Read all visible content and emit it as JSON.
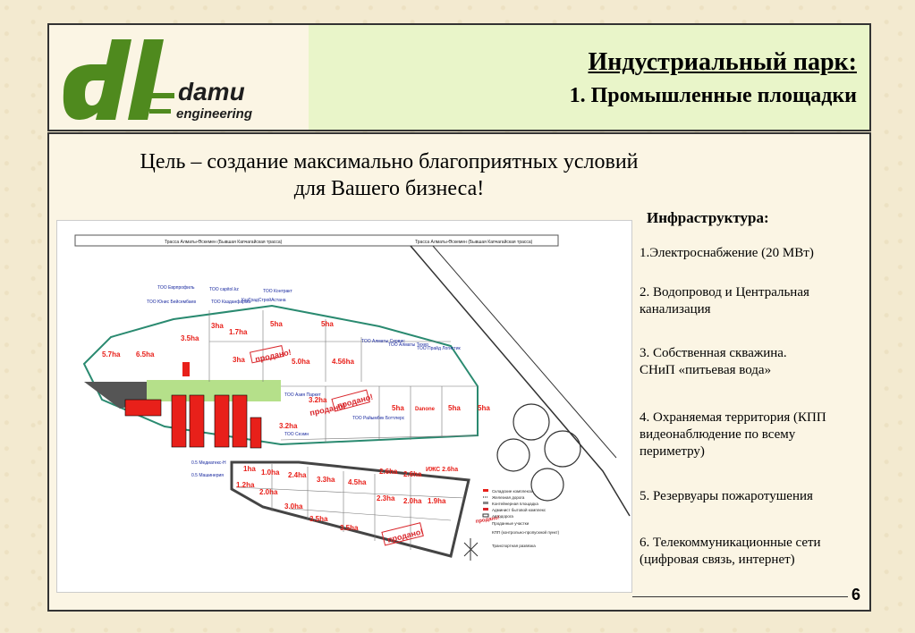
{
  "header": {
    "logo_text_top": "damu",
    "logo_text_bottom": "engineering",
    "title": "Индустриальный парк",
    "title_colon": ":",
    "subtitle": "1. Промышленные площадки"
  },
  "goal_text": "Цель – создание максимально благоприятных условий для Вашего бизнеса!",
  "infrastructure": {
    "title": "Инфраструктура:",
    "items": [
      "1.Электроснабжение (20 МВт)",
      "2. Водопровод и Центральная канализация",
      "3. Собственная скважина. СНиП «питьевая вода»",
      "4.  Охраняемая территория (КПП видеонаблюдение по всему периметру)",
      "5. Резервуары пожаротушения",
      "6. Телекоммуникационные сети (цифровая связь, интернет)"
    ]
  },
  "plan": {
    "road_label_left": "Трасса Алматы-Өскемен (Бывшая Капчагайская трасса)",
    "road_label_right": "Трасса Алматы-Өскемен (Бывшая Капчагайская трасса)",
    "plots": [
      "5.7ha",
      "6.5ha",
      "3.5ha",
      "3ha",
      "1.7ha",
      "5ha",
      "5ha",
      "3ha",
      "5.0ha",
      "4.56ha",
      "3.2ha",
      "3.2ha",
      "5ha",
      "5ha",
      "5ha",
      "Danone",
      "1ha",
      "1.0ha",
      "2.4ha",
      "3.3ha",
      "4.5ha",
      "2.6ha",
      "2.6ha",
      "1.2ha",
      "2.0ha",
      "3.0ha",
      "3.5ha",
      "3.5ha",
      "2.3ha",
      "2.0ha",
      "1.9ha",
      "ИЖС 2.6ha"
    ],
    "sold_stamps": [
      "продано!",
      "продано!",
      "продано!",
      "продано!",
      "продано!"
    ],
    "companies": [
      "ТОО Еврпрофиль",
      "ТОО Юнис Бейсембаев",
      "ТОО capitol.kz",
      "ТОО Казданфарма",
      "ТОО Контракт",
      "КазГрадСтройАстана",
      "ТОО Алматы Сервис",
      "ТОО Алматы Техер",
      "ТОО Прайд Логистик",
      "ТОО Азия Паркет",
      "ТОО Сеэмн",
      "ТОО Райымбек Боттлерс"
    ],
    "legend": [
      "Складские комплексы",
      "Железная дорога",
      "Контейнерная площадка",
      "Админист бытовой комплекс",
      "Автодорога",
      "Проданные участки",
      "КПП (контрольно-пропускной пункт)",
      "Транспортная развязка"
    ],
    "small_labels": [
      "0.5 Медиатекс-Н",
      "0.5 Машинерия"
    ]
  },
  "page_number": "6",
  "colors": {
    "header_green": "#e9f5c9",
    "logo_green": "#4f8a1e",
    "plot_red": "#e8201a",
    "stamp_red": "#d9262b"
  }
}
